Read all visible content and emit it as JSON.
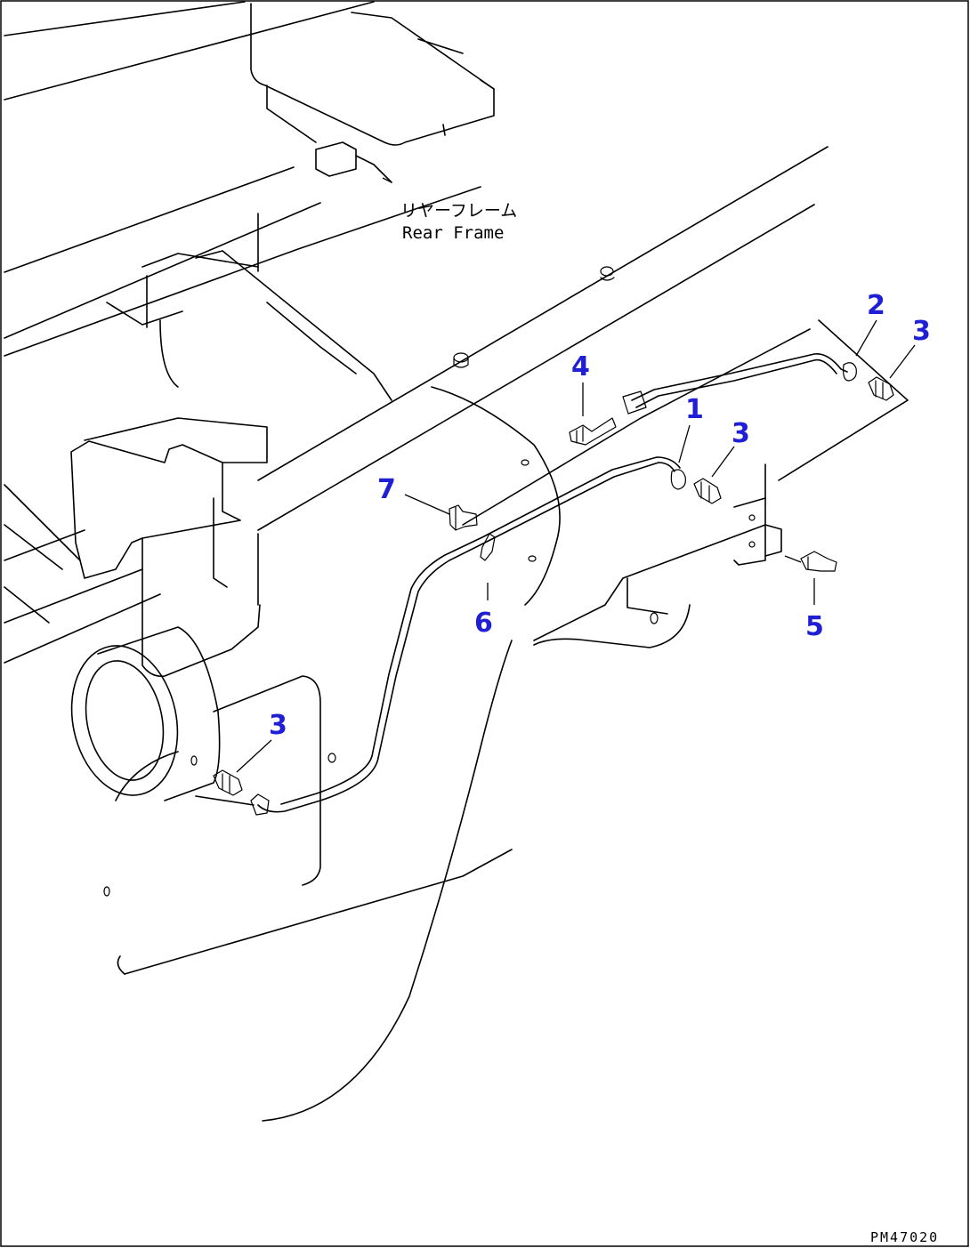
{
  "labels": {
    "frame_jp": "リヤーフレーム",
    "frame_en": "Rear Frame",
    "drawing_code": "PM47020"
  },
  "callouts": [
    {
      "id": "c1",
      "text": "1"
    },
    {
      "id": "c2",
      "text": "2"
    },
    {
      "id": "c3a",
      "text": "3"
    },
    {
      "id": "c3b",
      "text": "3"
    },
    {
      "id": "c3c",
      "text": "3"
    },
    {
      "id": "c4",
      "text": "4"
    },
    {
      "id": "c5",
      "text": "5"
    },
    {
      "id": "c6",
      "text": "6"
    },
    {
      "id": "c7",
      "text": "7"
    }
  ],
  "colors": {
    "callout": "#1f1fd6",
    "line": "#000000",
    "background": "#ffffff"
  }
}
